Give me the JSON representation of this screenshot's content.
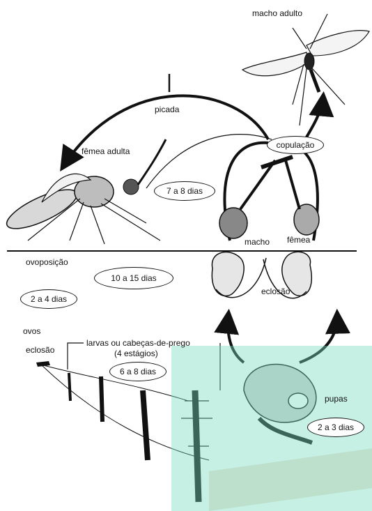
{
  "labels": {
    "male_adult": "macho adulto",
    "bite": "picada",
    "female_adult": "fêmea adulta",
    "copulation": "copulação",
    "female": "fêmea",
    "male": "macho",
    "oviposition": "ovoposição",
    "hatching_top": "eclosão",
    "eggs": "ovos",
    "hatching_bottom": "eclosão",
    "larvae": "larvas ou cabeças-de-prego",
    "stages": "(4 estágios)",
    "pupae": "pupas"
  },
  "durations": {
    "adult_maturation": "7 a 8 dias",
    "cycle": "10 a 15 dias",
    "eggs": "2 a 4 dias",
    "larvae": "6 a 8 dias",
    "pupae": "2 a 3 dias"
  },
  "colors": {
    "ink": "#111111",
    "highlight_overlay": "#78dcbe",
    "highlight_edge": "#f0e4d8"
  }
}
